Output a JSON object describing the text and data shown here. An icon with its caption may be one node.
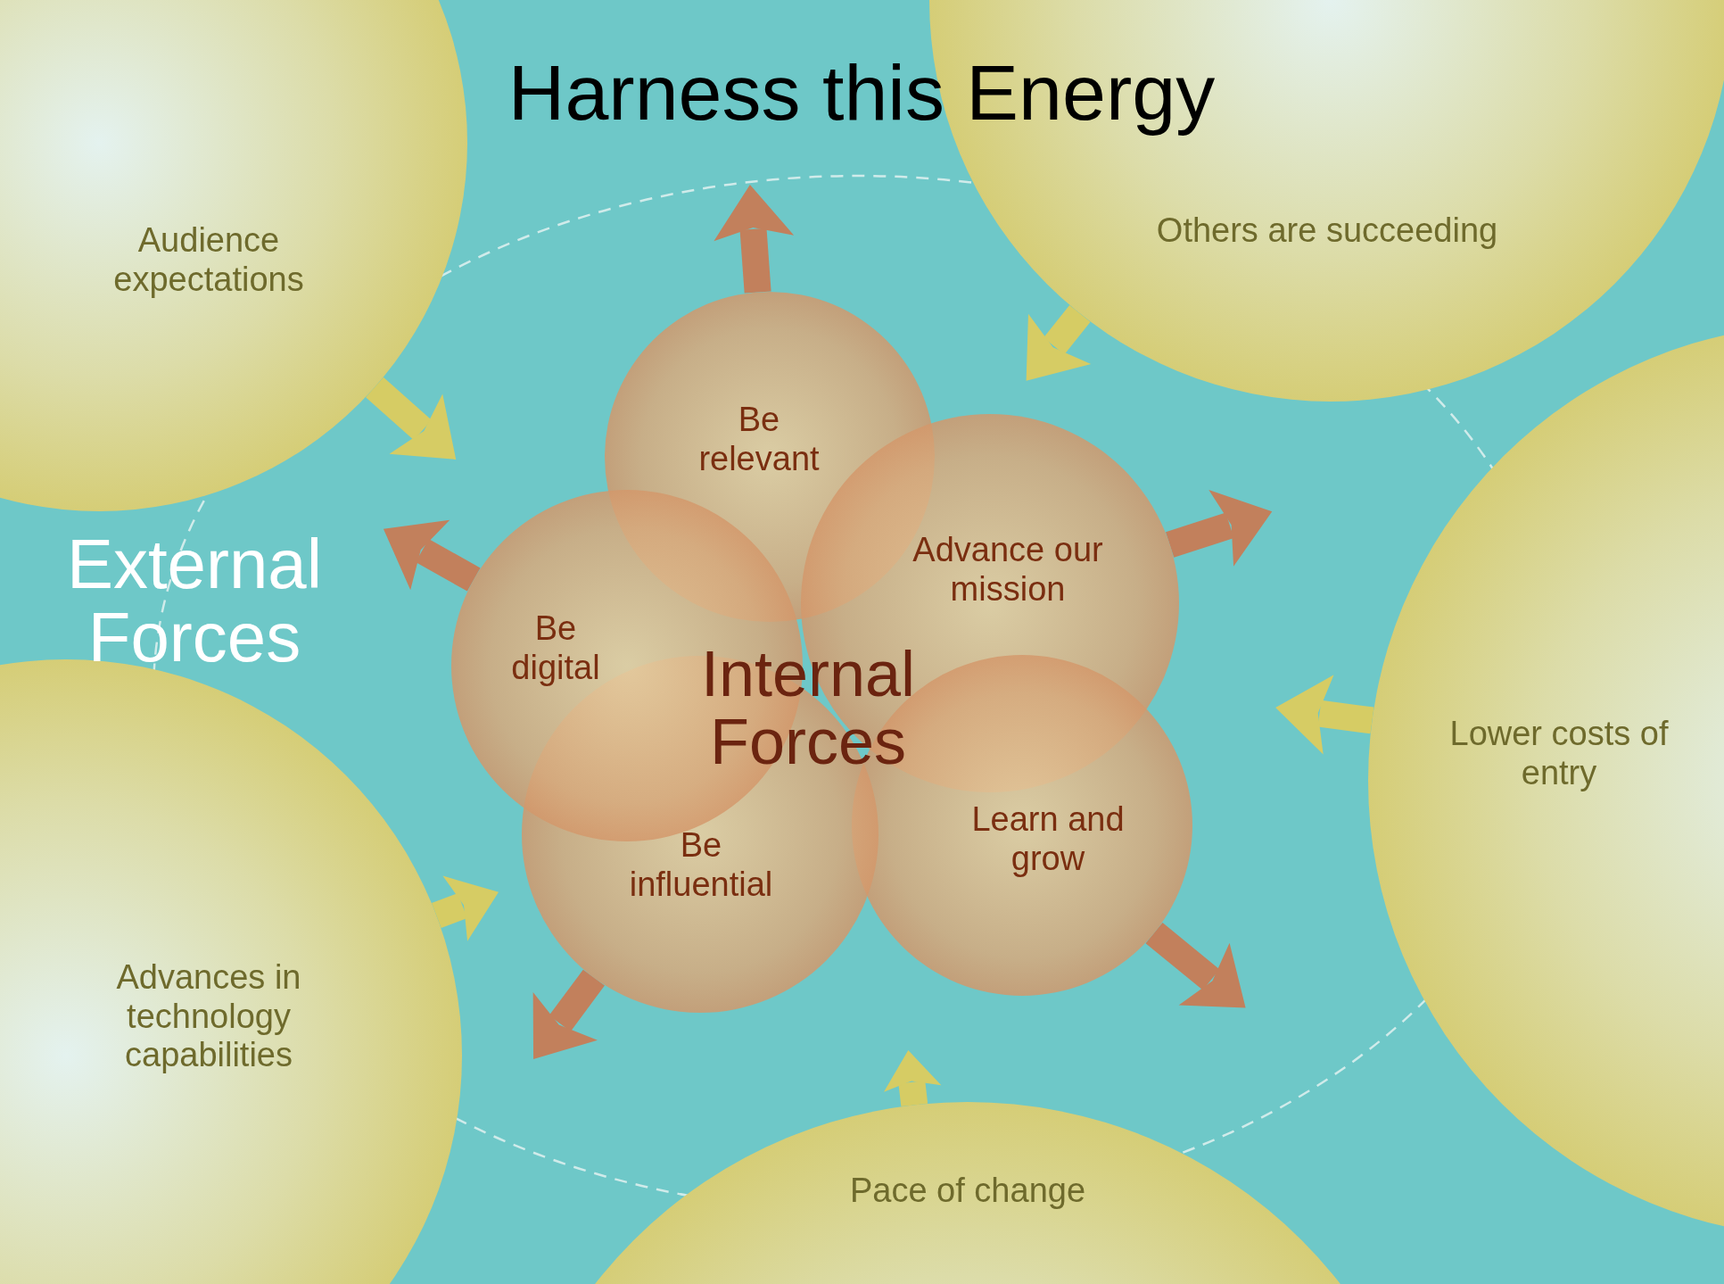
{
  "diagram": {
    "title": "Harness this Energy",
    "nodes": [
      {
        "text": [
          "Audience expectations"
        ]
      },
      {
        "text": [
          "Others are succeeding"
        ]
      },
      {
        "text": [
          "Lower costs of entry"
        ]
      },
      {
        "text": [
          "Pace of change"
        ]
      },
      {
        "text": [
          "Advances in technology capabilities"
        ]
      },
      {
        "text": [
          "Be relevant"
        ]
      },
      {
        "text": [
          "Advance our mission"
        ]
      },
      {
        "text": [
          "Learn and grow"
        ]
      },
      {
        "text": [
          "Be influential"
        ]
      },
      {
        "text": [
          "Be digital"
        ]
      }
    ],
    "edges": [
      {
        "from": 0,
        "to": null,
        "arrow": "to"
      },
      {
        "from": 1,
        "to": null,
        "arrow": "to"
      },
      {
        "from": 2,
        "to": null,
        "arrow": "to"
      },
      {
        "from": 3,
        "to": null,
        "arrow": "to"
      },
      {
        "from": 4,
        "to": null,
        "arrow": "to"
      },
      {
        "from": 5,
        "to": null,
        "arrow": "to",
        "color": "#c2805c"
      },
      {
        "from": 6,
        "to": null,
        "arrow": "to",
        "color": "#c2805c"
      },
      {
        "from": 7,
        "to": null,
        "arrow": "to",
        "color": "#c2805c"
      },
      {
        "from": 8,
        "to": null,
        "arrow": "to",
        "color": "#c2805c"
      },
      {
        "from": 9,
        "to": null,
        "arrow": "to",
        "color": "#c2805c"
      }
    ],
    "labels": [
      "External Forces",
      "Internal Forces"
    ]
  }
}
